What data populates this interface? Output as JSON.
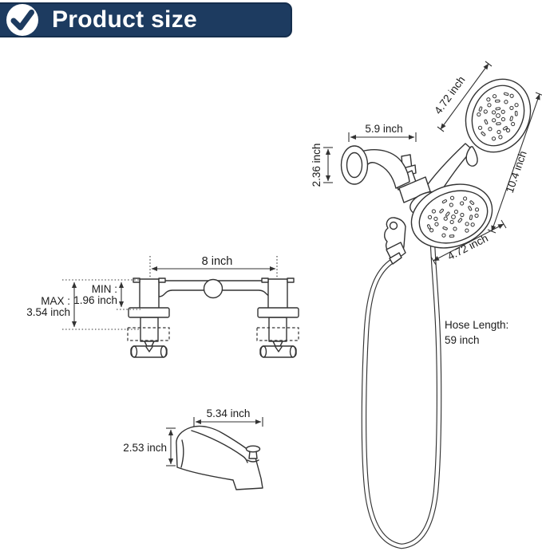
{
  "header": {
    "title": "Product size",
    "icon": "checkmark"
  },
  "shower": {
    "handheld_face": "4.72 inch",
    "arm_length": "5.9 inch",
    "flange": "2.36 inch",
    "handheld_length": "10.4 inch",
    "overhead_face": "4.72 inch",
    "hose_label": "Hose Length:",
    "hose_value": "59  inch"
  },
  "valve": {
    "spread": "8  inch",
    "min_label": "MIN :",
    "min_value": "1.96 inch",
    "max_label": "MAX :",
    "max_value": "3.54 inch"
  },
  "spout": {
    "length": "5.34 inch",
    "height": "2.53 inch"
  },
  "colors": {
    "banner": "#1d3b60",
    "line": "#333333",
    "text": "#1b1b1b"
  }
}
